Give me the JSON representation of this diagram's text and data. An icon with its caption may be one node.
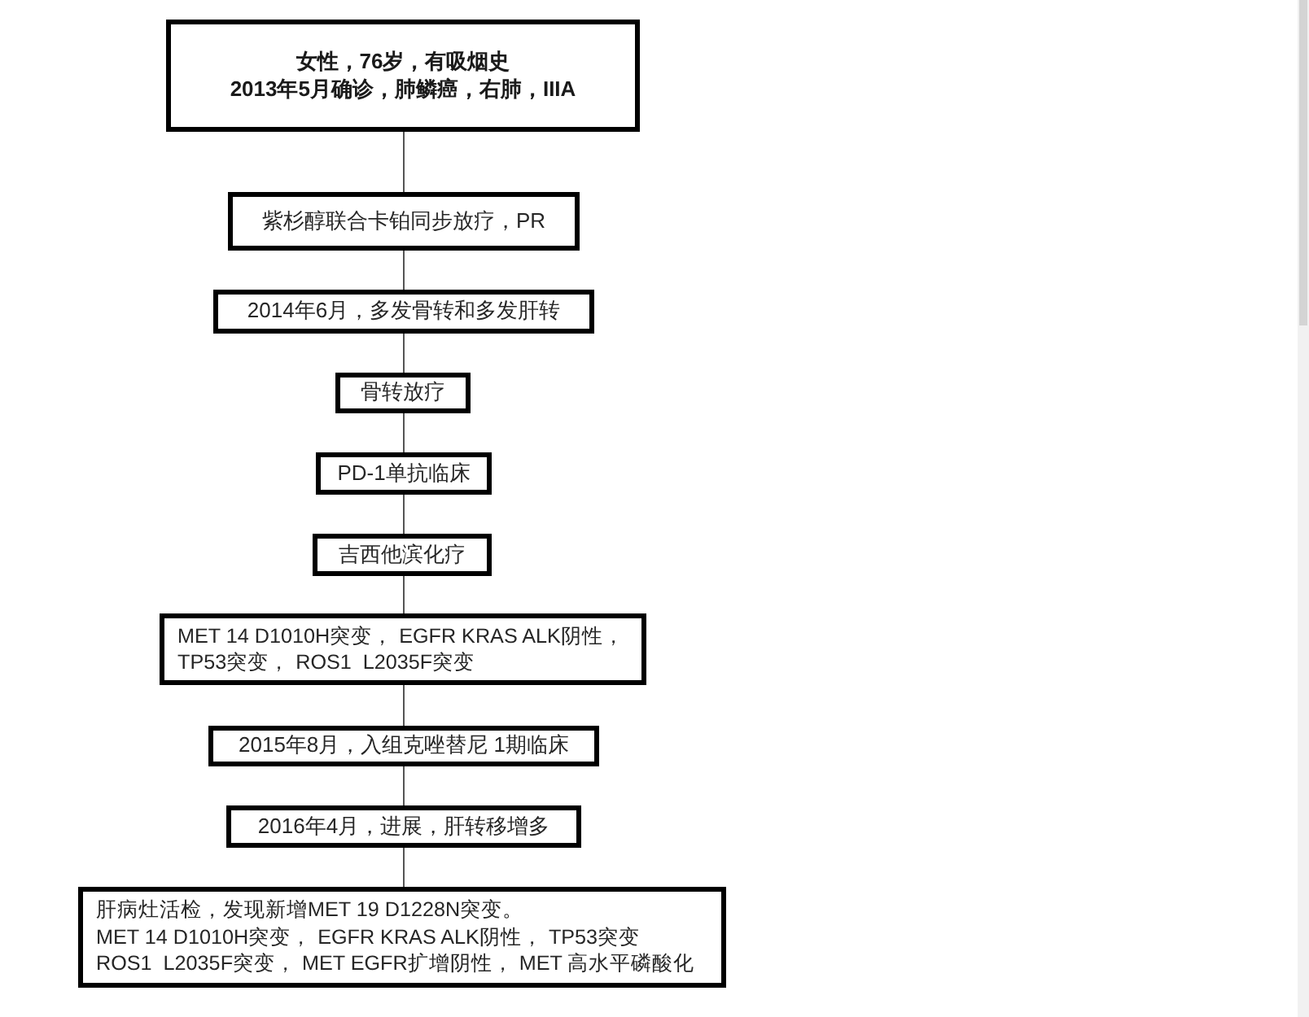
{
  "diagram": {
    "nodes": [
      {
        "text": [
          "女性，76岁，有吸烟史",
          "2013年5月确诊，肺鳞癌，右肺，IIIA"
        ]
      },
      {
        "text": [
          "紫杉醇联合卡铂同步放疗，PR"
        ]
      },
      {
        "text": [
          "2014年6月，多发骨转和多发肝转"
        ]
      },
      {
        "text": [
          "骨转放疗"
        ]
      },
      {
        "text": [
          "PD-1单抗临床"
        ]
      },
      {
        "text": [
          "吉西他滨化疗"
        ]
      },
      {
        "text": [
          "MET 14 D1010H突变， EGFR KRAS ALK阴性，TP53突变， ROS1  L2035F突变"
        ]
      },
      {
        "text": [
          "2015年8月，入组克唑替尼 1期临床"
        ]
      },
      {
        "text": [
          "2016年4月，进展，肝转移增多"
        ]
      },
      {
        "text": [
          "肝病灶活检，发现新增MET 19 D1228N突变。",
          "MET 14 D1010H突变， EGFR KRAS ALK阴性， TP53突变",
          "ROS1  L2035F突变， MET EGFR扩增阴性， MET 高水平磷酸化"
        ]
      }
    ],
    "edges": [
      {
        "from": 0,
        "to": 1,
        "arrow": "none"
      },
      {
        "from": 1,
        "to": 2,
        "arrow": "none"
      },
      {
        "from": 2,
        "to": 3,
        "arrow": "none"
      },
      {
        "from": 3,
        "to": 4,
        "arrow": "none"
      },
      {
        "from": 4,
        "to": 5,
        "arrow": "none"
      },
      {
        "from": 5,
        "to": 6,
        "arrow": "none"
      },
      {
        "from": 6,
        "to": 7,
        "arrow": "none"
      },
      {
        "from": 7,
        "to": 8,
        "arrow": "none"
      },
      {
        "from": 8,
        "to": 9,
        "arrow": "none"
      }
    ]
  }
}
